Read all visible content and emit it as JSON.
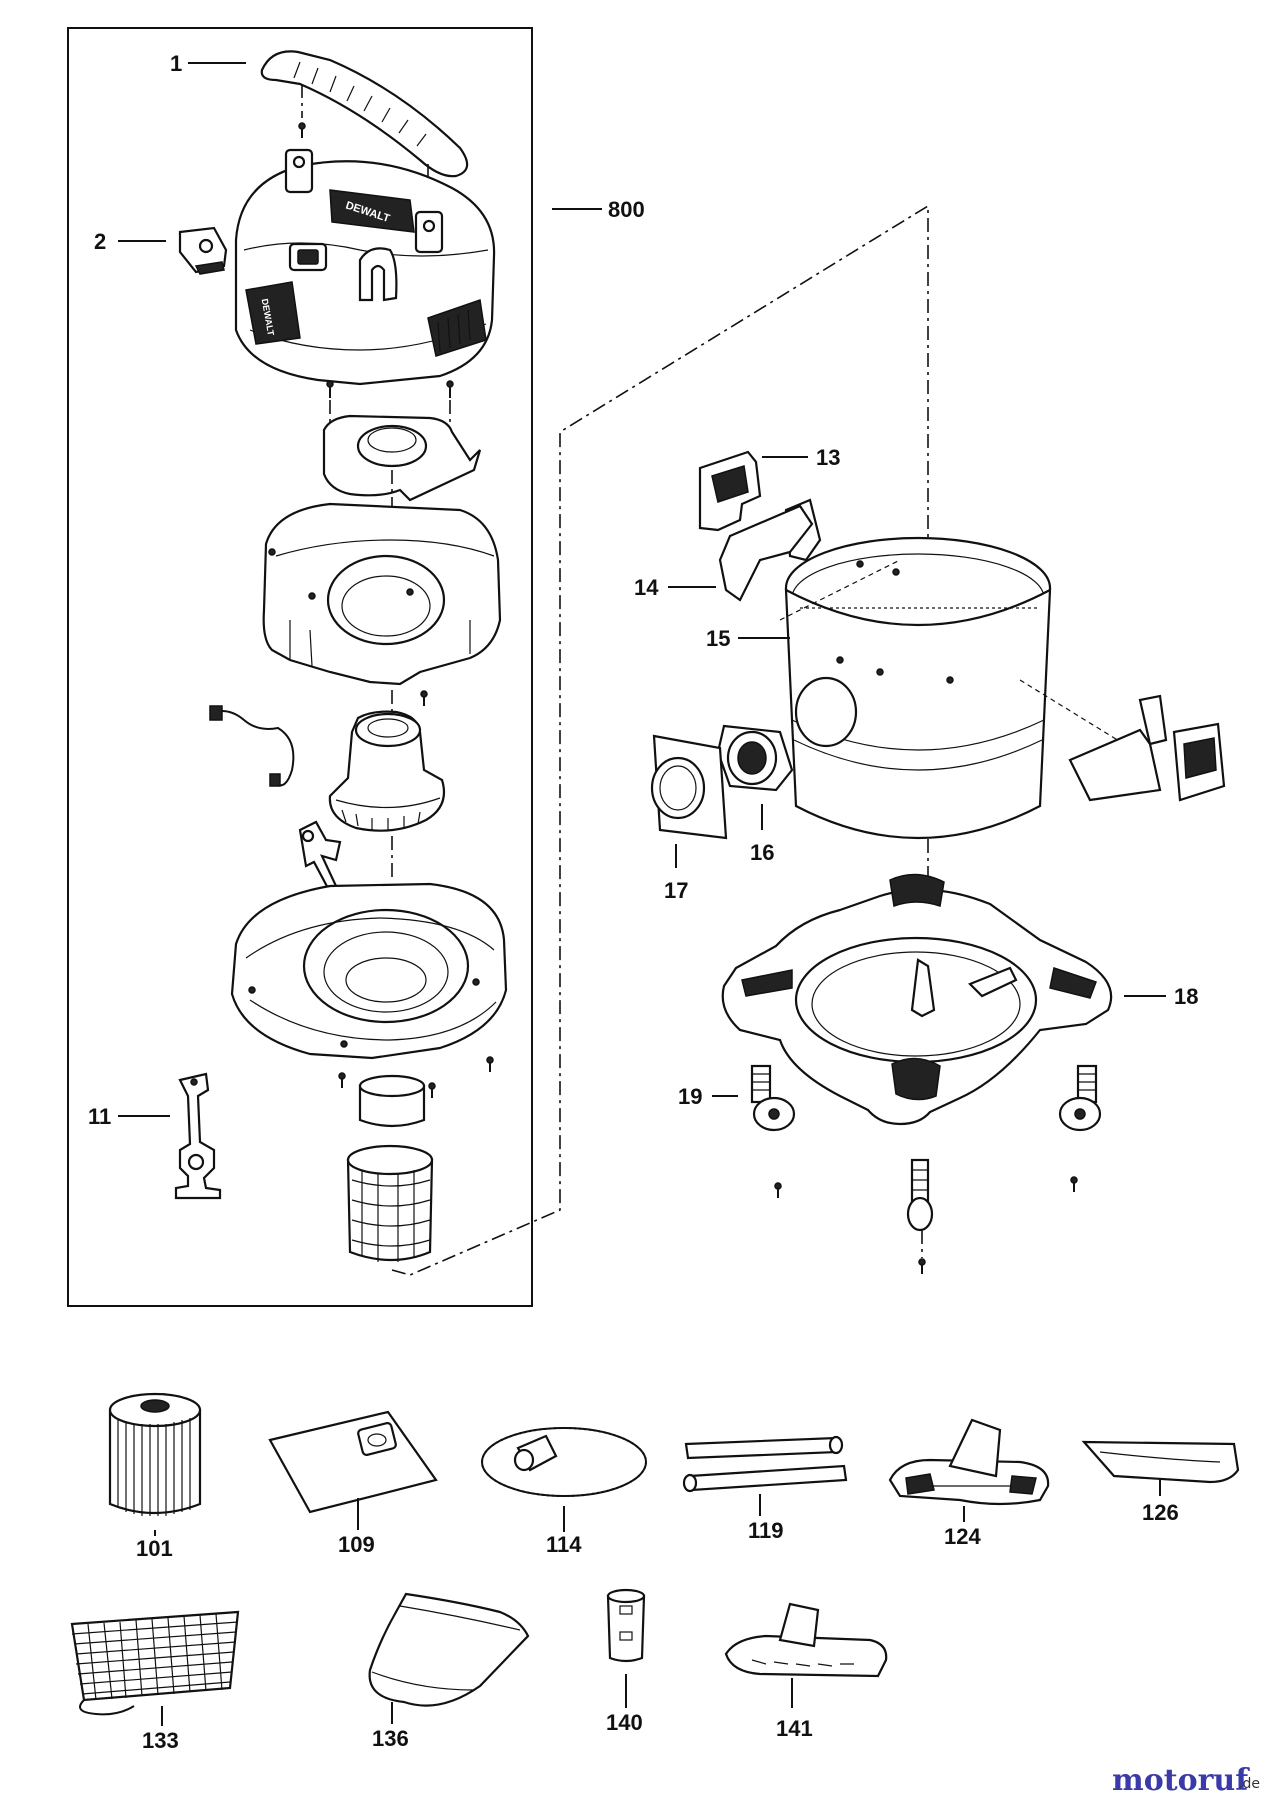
{
  "diagram": {
    "labels": {
      "p1": "1",
      "p2": "2",
      "p800": "800",
      "p11": "11",
      "p13": "13",
      "p14": "14",
      "p15": "15",
      "p16": "16",
      "p17": "17",
      "p18": "18",
      "p19": "19",
      "p101": "101",
      "p109": "109",
      "p114": "114",
      "p119": "119",
      "p124": "124",
      "p126": "126",
      "p133": "133",
      "p136": "136",
      "p140": "140",
      "p141": "141"
    },
    "brand_marks": {
      "lid_top": "DEWALT",
      "lid_front": "DEWALT"
    }
  },
  "watermark": {
    "name": "motoruf",
    "suffix": ".de"
  }
}
